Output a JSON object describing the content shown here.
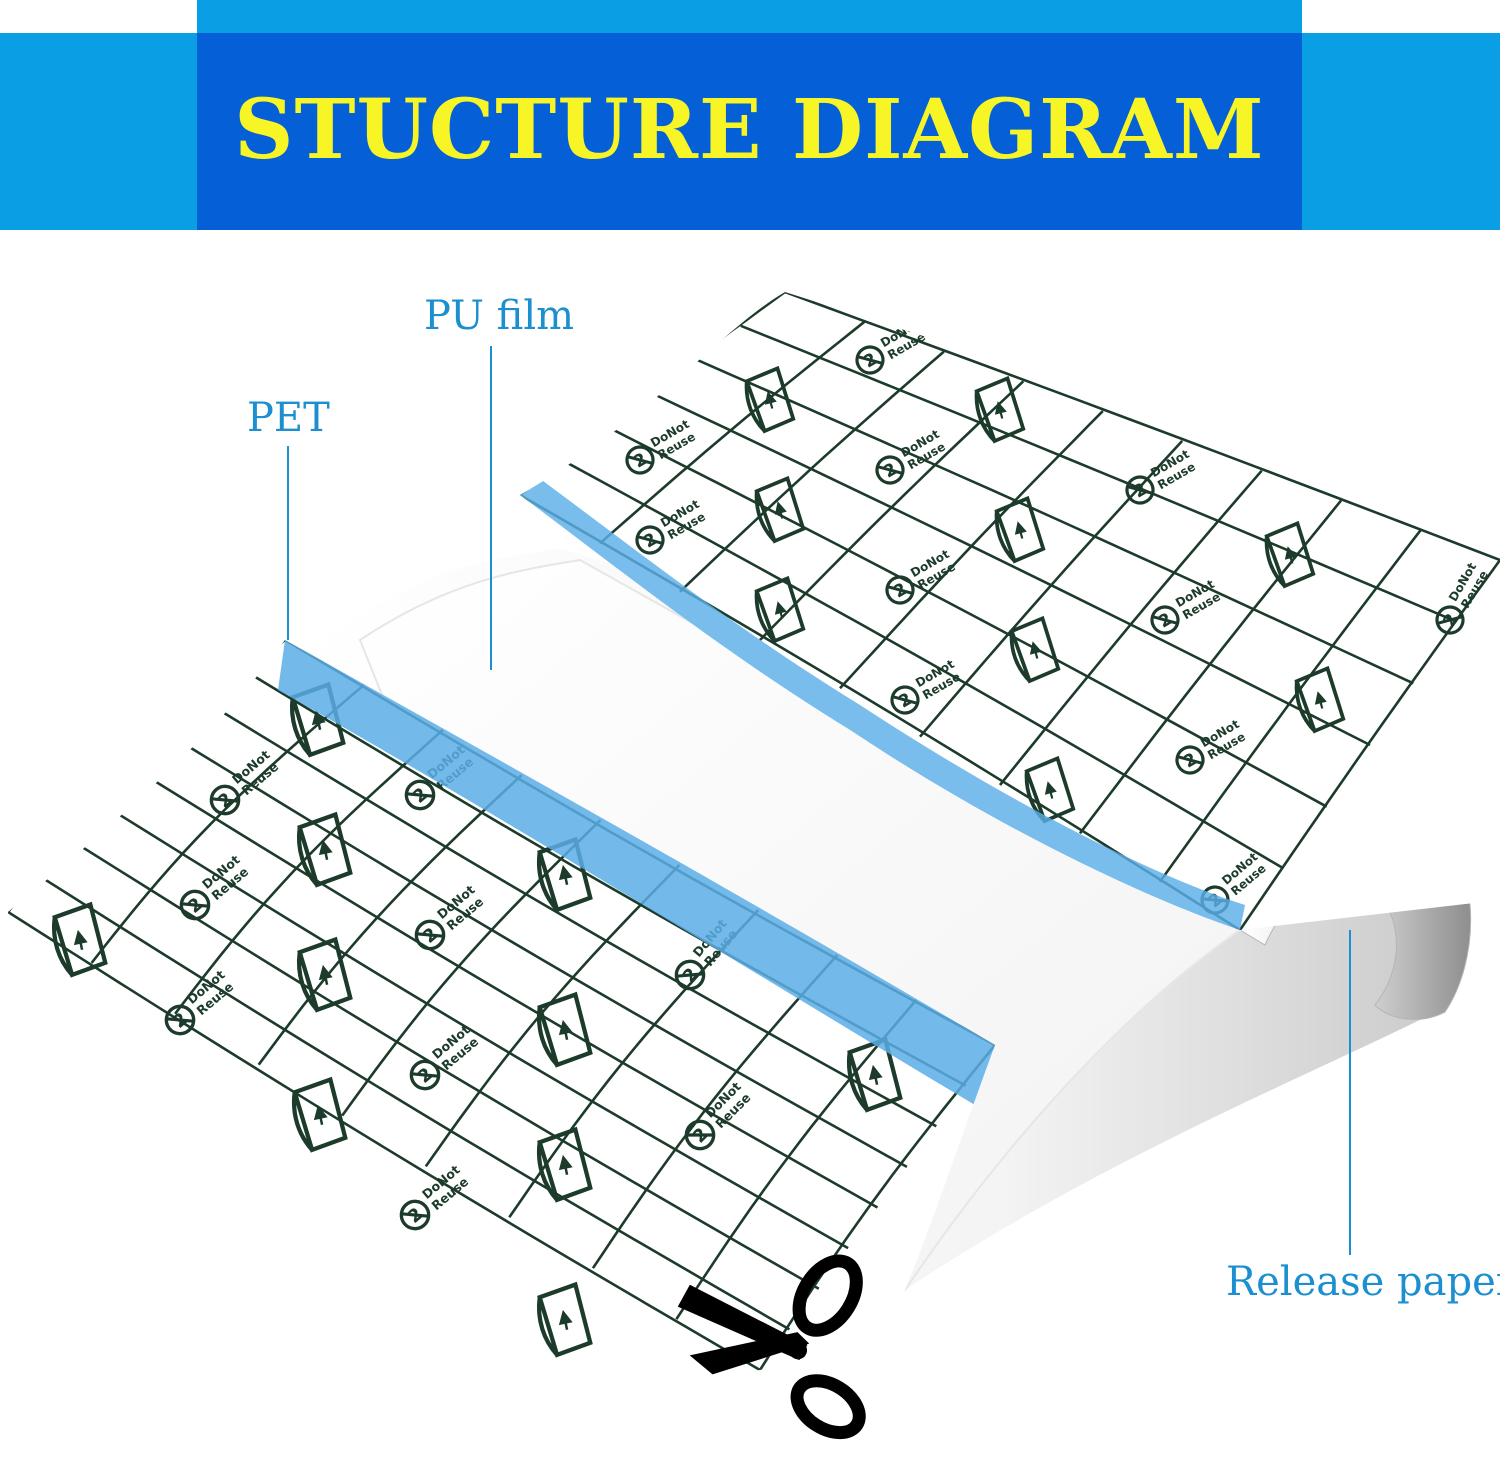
{
  "header": {
    "title": "STUCTURE DIAGRAM"
  },
  "labels": {
    "pet": "PET",
    "pu_film": "PU film",
    "release_paper": "Release paper"
  },
  "sheet_print": {
    "line1": "DoNot",
    "line2": "Reuse"
  },
  "colors": {
    "banner_light": "#0a9ee5",
    "banner_dark": "#0560d8",
    "title_yellow": "#f7f526",
    "label_blue": "#1b8fcf",
    "pet_stripe": "#5aaee8",
    "grid_line": "#1c3b2a"
  },
  "icons": {
    "scissors": "scissors-icon",
    "no_reuse": "no-reuse-icon",
    "peel_corner": "peel-corner-icon"
  }
}
